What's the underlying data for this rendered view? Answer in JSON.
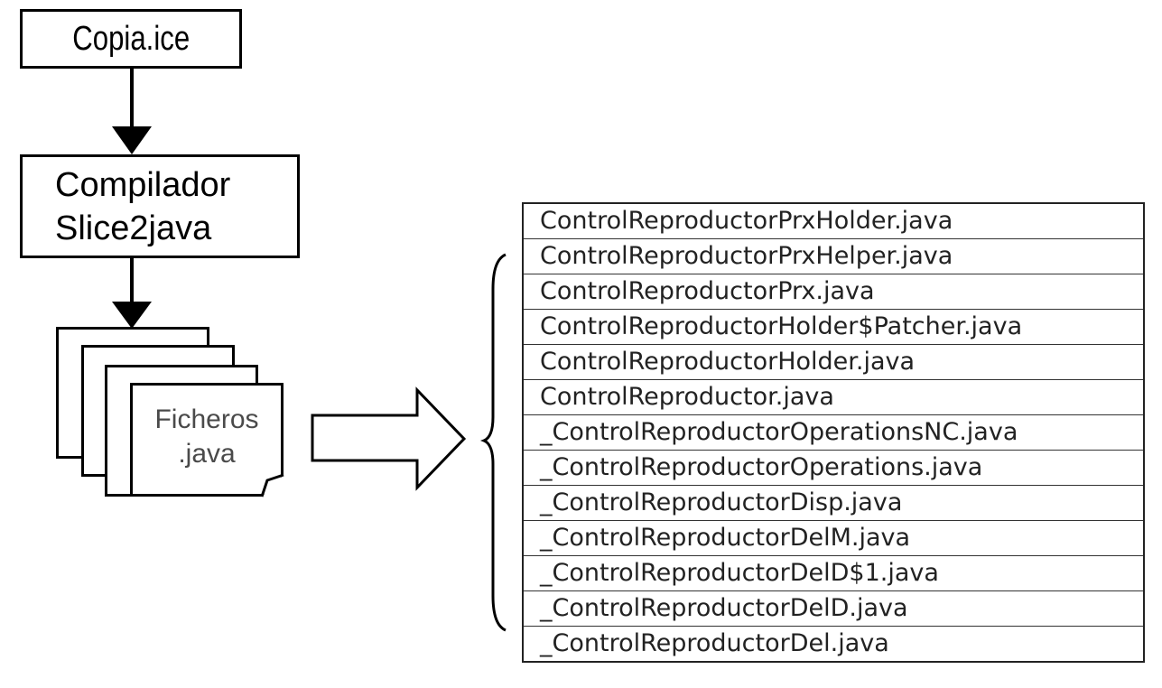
{
  "input_file": "Copia.ice",
  "compiler": {
    "line1": "Compilador",
    "line2": "Slice2java"
  },
  "output_stack": {
    "line1": "Ficheros",
    "line2": ".java"
  },
  "files": [
    "ControlReproductorPrxHolder.java",
    "ControlReproductorPrxHelper.java",
    "ControlReproductorPrx.java",
    "ControlReproductorHolder$Patcher.java",
    "ControlReproductorHolder.java",
    "ControlReproductor.java",
    "_ControlReproductorOperationsNC.java",
    "_ControlReproductorOperations.java",
    "_ControlReproductorDisp.java",
    "_ControlReproductorDelM.java",
    "_ControlReproductorDelD$1.java",
    "_ControlReproductorDelD.java",
    "_ControlReproductorDel.java"
  ]
}
